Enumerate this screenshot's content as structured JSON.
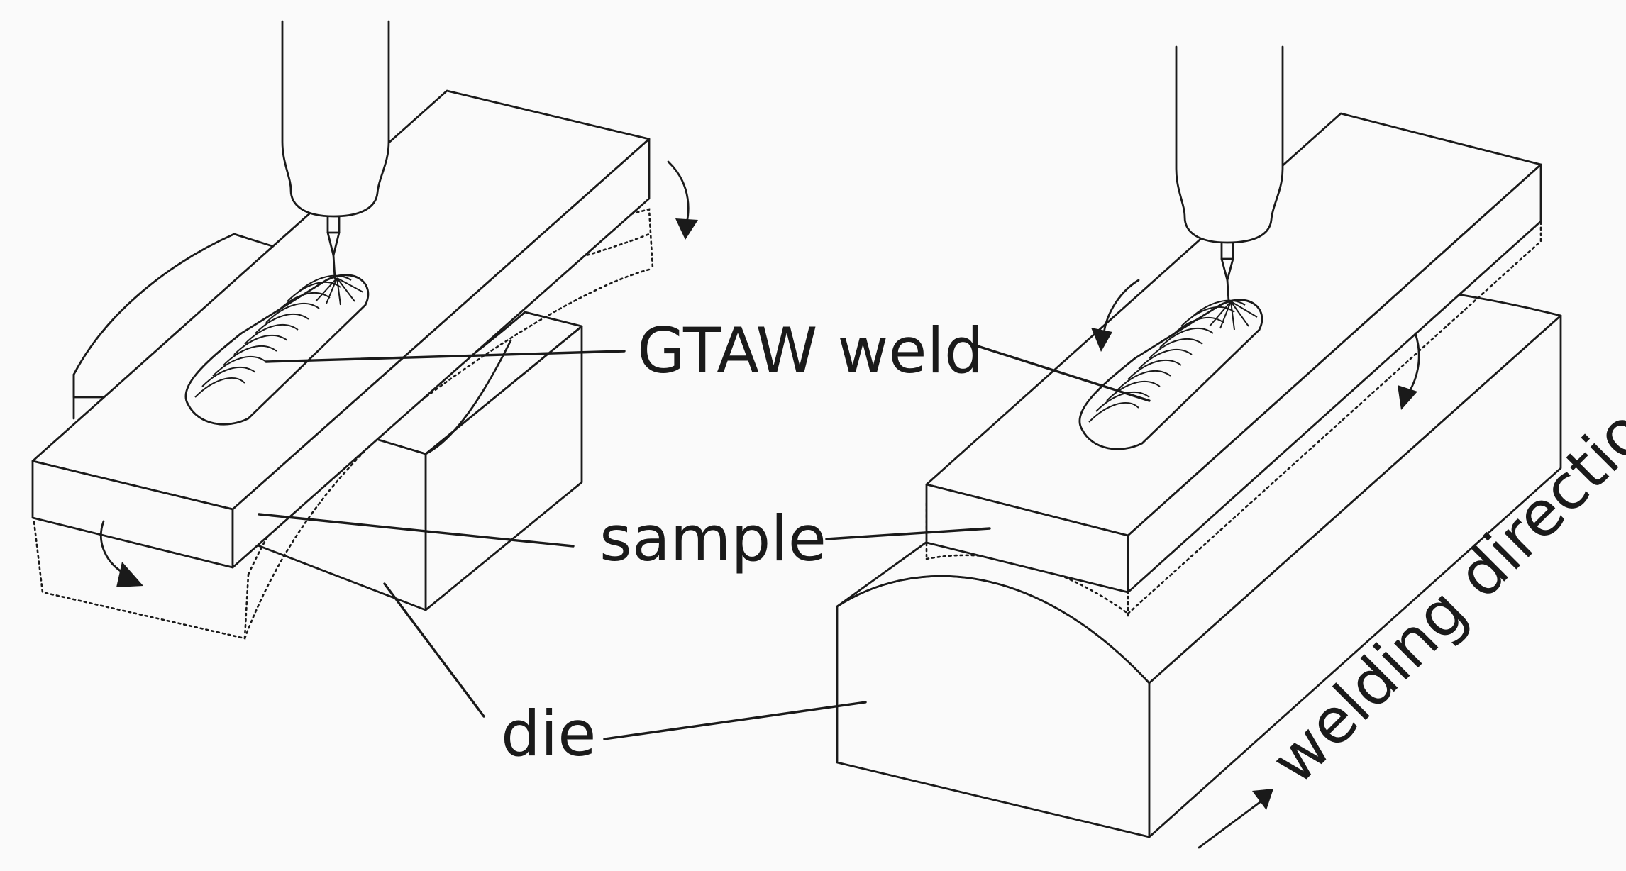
{
  "labels": {
    "weld": "GTAW weld",
    "sample": "sample",
    "die": "die",
    "direction": "welding direction"
  },
  "colors": {
    "background": "#fafafa",
    "ink": "#1a1a1a"
  }
}
